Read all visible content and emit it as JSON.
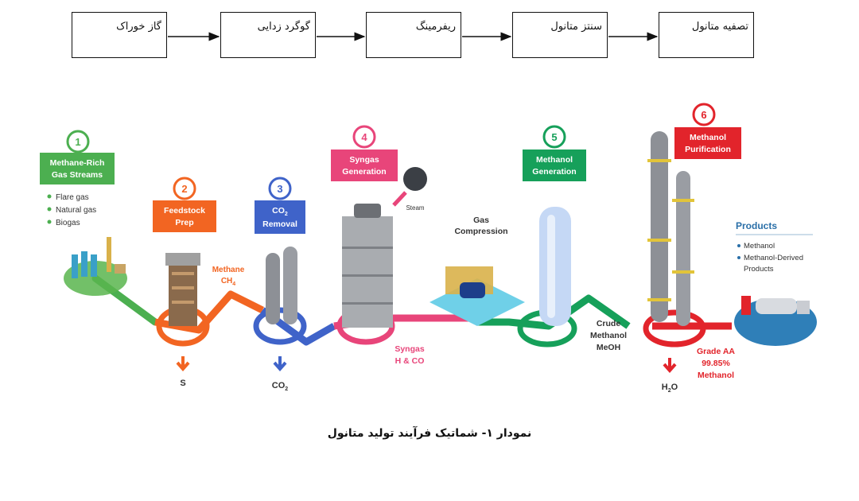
{
  "flow": {
    "steps": [
      "گاز خوراک",
      "گوگرد زدایی",
      "ریفرمینگ",
      "سنتز متانول",
      "تصفیه متانول"
    ]
  },
  "diagram": {
    "stages": [
      {
        "num": "1",
        "label_line1": "Methane-Rich",
        "label_line2": "Gas Streams",
        "color": "#4caf50"
      },
      {
        "num": "2",
        "label_line1": "Feedstock",
        "label_line2": "Prep",
        "color": "#f26522"
      },
      {
        "num": "3",
        "label_line1": "CO",
        "label_sub": "2",
        "label_line2": "Removal",
        "color": "#3f63c9"
      },
      {
        "num": "4",
        "label_line1": "Syngas",
        "label_line2": "Generation",
        "color": "#e8457a"
      },
      {
        "num": "5",
        "label_line1": "Methanol",
        "label_line2": "Generation",
        "color": "#16a05a"
      },
      {
        "num": "6",
        "label_line1": "Methanol",
        "label_line2": "Purification",
        "color": "#e2242b"
      }
    ],
    "sources": [
      "Flare gas",
      "Natural gas",
      "Biogas"
    ],
    "steam_label": "Steam",
    "gas_compression": {
      "line1": "Gas",
      "line2": "Compression"
    },
    "methane": {
      "line1": "Methane",
      "line2": "CH",
      "sub": "4"
    },
    "syngas": {
      "line1": "Syngas",
      "line2": "H & CO"
    },
    "crude": {
      "line1": "Crude",
      "line2": "Methanol",
      "line3": "MeOH"
    },
    "grade": {
      "line1": "Grade AA",
      "line2": "99.85%",
      "line3": "Methanol"
    },
    "byproducts": {
      "s": "S",
      "co2": "CO",
      "co2_sub": "2",
      "h2o_a": "H",
      "h2o_sub": "2",
      "h2o_b": "O"
    },
    "products": {
      "title": "Products",
      "items": [
        "Methanol",
        "Methanol-Derived",
        "Products"
      ]
    }
  },
  "caption": "نمودار ۱- شماتیک فرآیند تولید متانول"
}
